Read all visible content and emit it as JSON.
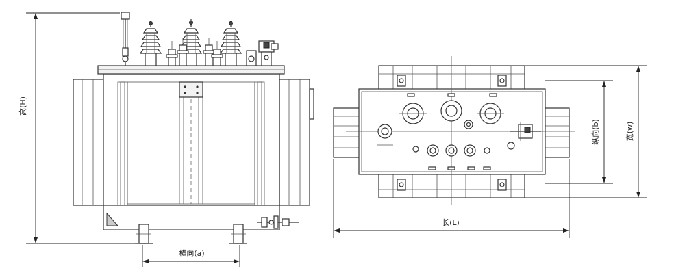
{
  "labels": {
    "height": "高(H)",
    "transverse": "横向(a)",
    "length": "长(L)",
    "longitudinal": "纵向(b)",
    "width": "宽(w)"
  }
}
